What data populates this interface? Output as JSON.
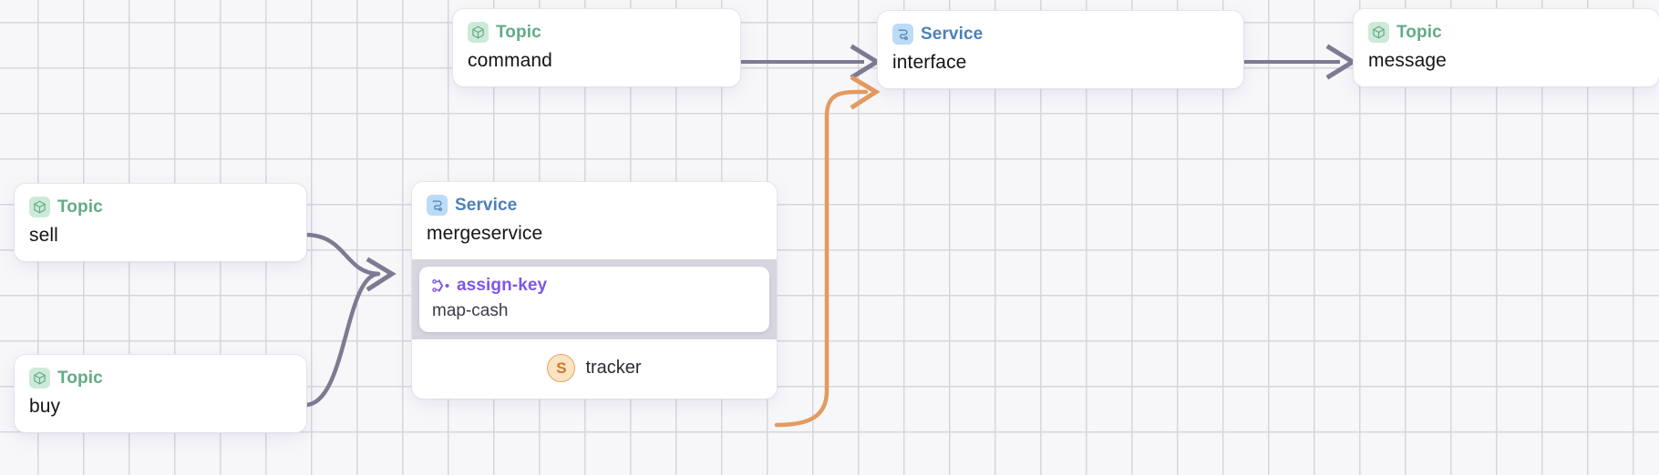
{
  "diagram": {
    "kind_labels": {
      "topic": "Topic",
      "service": "Service"
    },
    "icons": {
      "topic": "cube-icon",
      "service": "service-flow-icon",
      "assign_key": "assign-key-merge-icon",
      "tracker_avatar": "stream-avatar-icon"
    },
    "colors": {
      "topic_accent": "#63ab85",
      "topic_badge_bg": "#cdead9",
      "service_accent": "#4d80b8",
      "service_badge_bg": "#bcdbf4",
      "assign_key_accent": "#7c56e8",
      "edge_gray": "#7e7a92",
      "edge_orange": "#e49a5e",
      "group_band": "#d6d6e0",
      "canvas_bg": "#f7f7f9",
      "grid_line": "#d6d6dd"
    },
    "nodes": [
      {
        "id": "command",
        "kind": "topic",
        "title": "command"
      },
      {
        "id": "interface",
        "kind": "service",
        "title": "interface"
      },
      {
        "id": "message",
        "kind": "topic",
        "title": "message"
      },
      {
        "id": "sell",
        "kind": "topic",
        "title": "sell"
      },
      {
        "id": "buy",
        "kind": "topic",
        "title": "buy"
      },
      {
        "id": "mergeservice",
        "kind": "service",
        "title": "mergeservice"
      }
    ],
    "merge_group": {
      "operator_kind": "assign-key",
      "operator_title": "map-cash",
      "leaf_initial": "S",
      "leaf_label": "tracker"
    },
    "edges": [
      {
        "from": "command",
        "to": "interface",
        "color": "gray"
      },
      {
        "from": "interface",
        "to": "message",
        "color": "gray"
      },
      {
        "from": "sell",
        "to": "mergeservice",
        "color": "gray"
      },
      {
        "from": "buy",
        "to": "mergeservice",
        "color": "gray"
      },
      {
        "from": "tracker",
        "to": "interface",
        "color": "orange"
      }
    ]
  }
}
